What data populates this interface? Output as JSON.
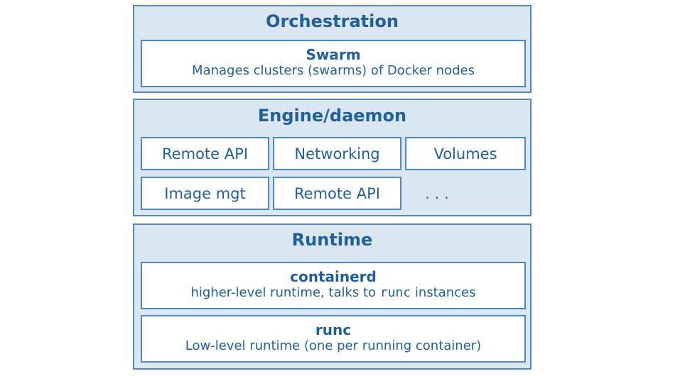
{
  "orchestration": {
    "title": "Orchestration",
    "swarm": {
      "title": "Swarm",
      "description": "Manages clusters (swarms) of Docker nodes"
    }
  },
  "engine": {
    "title": "Engine/daemon",
    "components": [
      "Remote API",
      "Networking",
      "Volumes",
      "Image mgt",
      "Remote API",
      ". . ."
    ]
  },
  "runtime": {
    "title": "Runtime",
    "containerd": {
      "title": "containerd",
      "description_prefix": "higher-level runtime, talks to ",
      "description_code": "runc",
      "description_suffix": " instances"
    },
    "runc": {
      "title": "runc",
      "description": "Low-level runtime (one per running container)"
    }
  }
}
